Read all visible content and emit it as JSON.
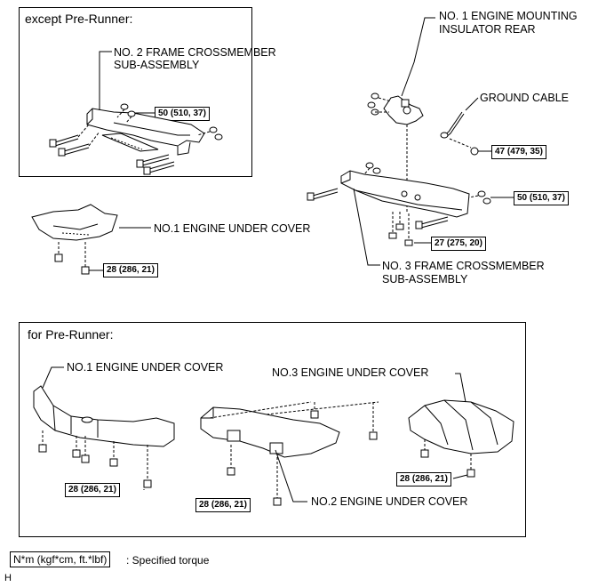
{
  "panel_top": {
    "heading": "except Pre-Runner:",
    "part_label": [
      "NO. 2 FRAME CROSSMEMBER",
      "SUB-ASSEMBLY"
    ],
    "torque": "50 (510, 37)"
  },
  "right_group": {
    "insulator_label": [
      "NO. 1 ENGINE MOUNTING",
      "INSULATOR REAR"
    ],
    "ground_cable_label": "GROUND CABLE",
    "torque_47": "47 (479, 35)",
    "torque_50": "50 (510, 37)",
    "torque_27": "27 (275, 20)",
    "crossmember3_label": [
      "NO. 3 FRAME CROSSMEMBER",
      "SUB-ASSEMBLY"
    ]
  },
  "under_cover_top": {
    "label": "NO.1 ENGINE UNDER COVER",
    "torque": "28 (286, 21)"
  },
  "panel_bottom": {
    "heading": "for Pre-Runner:",
    "cover1_label": "NO.1 ENGINE UNDER COVER",
    "cover3_label": "NO.3 ENGINE UNDER COVER",
    "cover2_label": "NO.2 ENGINE UNDER COVER",
    "torque_left": "28 (286, 21)",
    "torque_mid": "28 (286, 21)",
    "torque_right": "28 (286, 21)"
  },
  "legend": {
    "unit": "N*m (kgf*cm, ft.*lbf)",
    "text": ": Specified torque"
  },
  "code": "H"
}
